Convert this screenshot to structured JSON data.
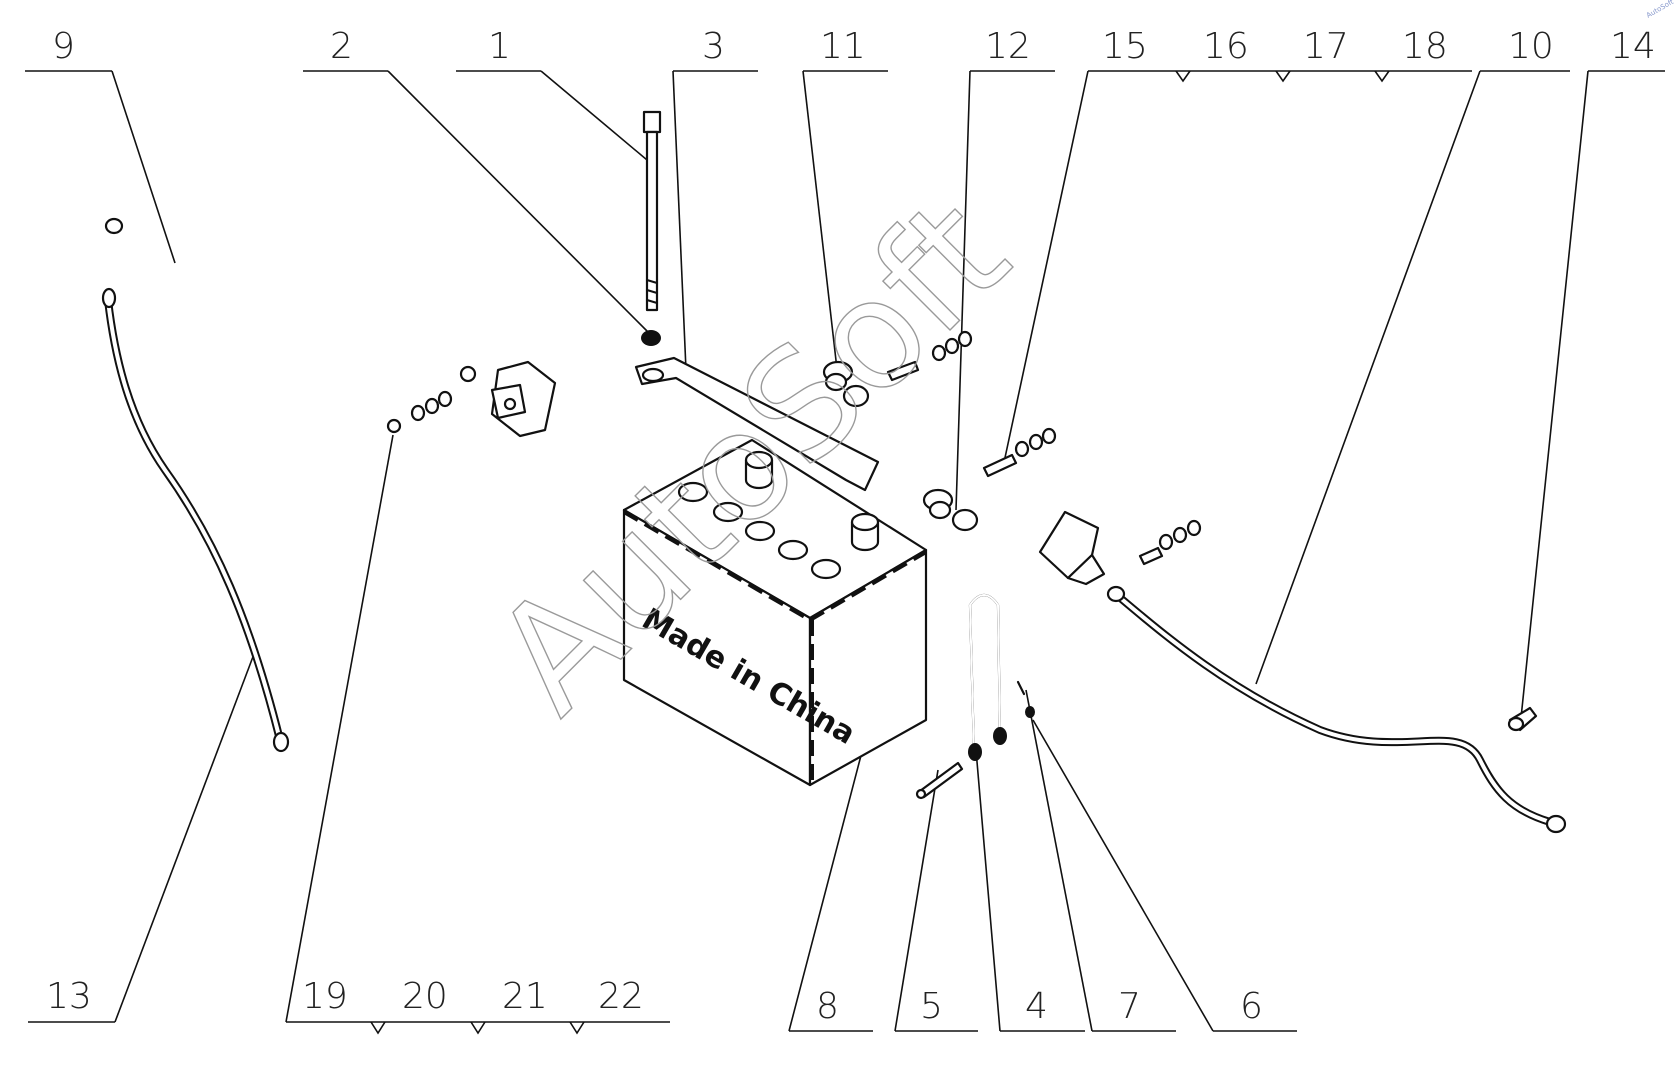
{
  "diagram": {
    "callouts": [
      "9",
      "2",
      "1",
      "3",
      "11",
      "12",
      "15",
      "16",
      "17",
      "18",
      "10",
      "14",
      "13",
      "19",
      "20",
      "21",
      "22",
      "8",
      "5",
      "4",
      "7",
      "6"
    ],
    "battery_text": "Made in China",
    "watermark": "AutoSoft",
    "corner_mark": "AutoSoft"
  }
}
